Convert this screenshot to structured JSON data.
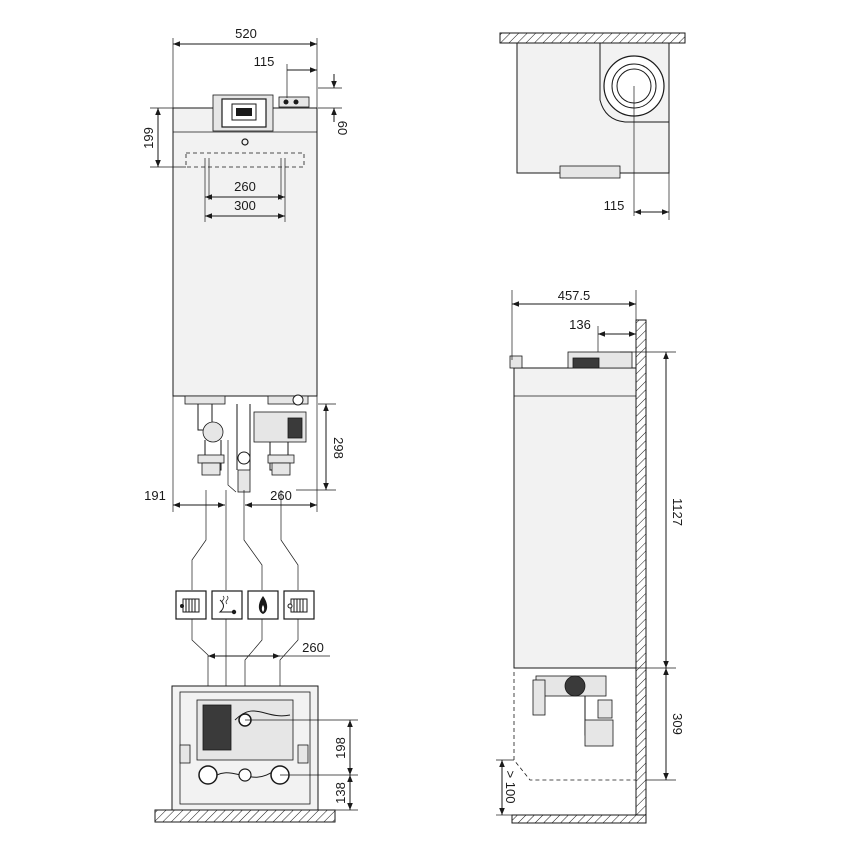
{
  "front_view": {
    "width_label": "520",
    "flue_offset_label": "115",
    "top_offset_label": "60",
    "height_top_label": "199",
    "rail_inner_label": "260",
    "rail_outer_label": "300",
    "pipe_height_label": "298",
    "left_offset_label": "191",
    "pipe_spacing_label": "260"
  },
  "connection_icons": [
    {
      "name": "heating-flow-icon"
    },
    {
      "name": "hot-water-icon"
    },
    {
      "name": "gas-icon"
    },
    {
      "name": "heating-return-icon"
    }
  ],
  "bottom_view": {
    "pipe_spacing_label": "260",
    "vertical_upper_label": "198",
    "vertical_lower_label": "138"
  },
  "top_view": {
    "flue_offset_label": "115"
  },
  "side_view": {
    "depth_label": "457.5",
    "flue_offset_label": "136",
    "height_label": "1127",
    "lower_height_label": "309",
    "clearance_label": "> 100"
  }
}
